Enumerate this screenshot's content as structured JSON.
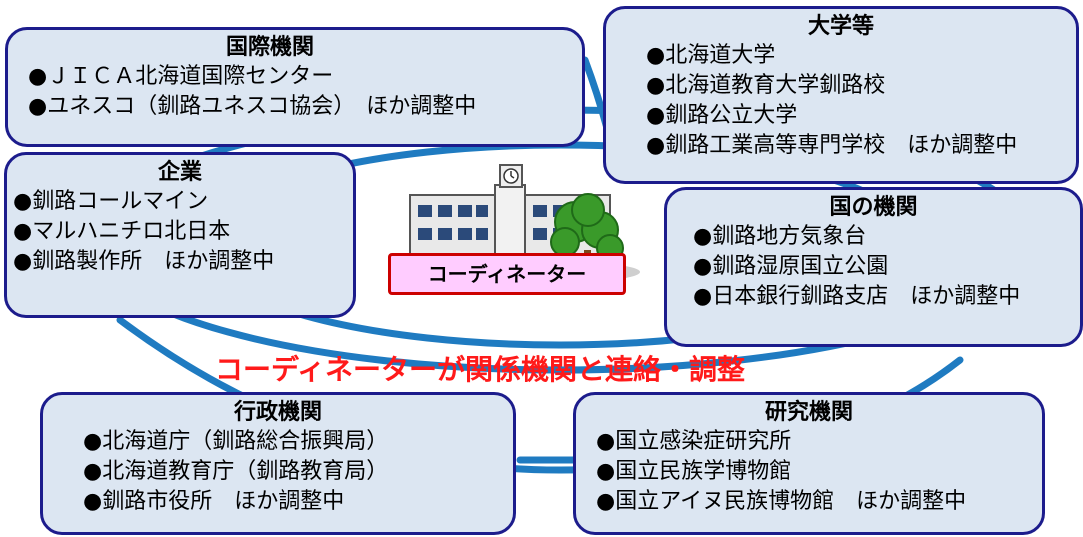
{
  "center": {
    "label": "コーディネーター"
  },
  "caption": "コーディネーターが関係機関と連絡・調整",
  "colors": {
    "box_fill": "#dce6f2",
    "box_border": "#1c1c8c",
    "link_line": "#1f7bc1",
    "caption": "#ff1a1a",
    "center_fill": "#ffccff",
    "center_border": "#cc0000"
  },
  "boxes": {
    "kokusai": {
      "title": "国際機関",
      "items": [
        "ＪＩＣＡ北海道国際センター",
        "ユネスコ（釧路ユネスコ協会）　ほか調整中"
      ]
    },
    "daigaku": {
      "title": "大学等",
      "items": [
        "北海道大学",
        "北海道教育大学釧路校",
        "釧路公立大学",
        "釧路工業高等専門学校　ほか調整中"
      ]
    },
    "kigyo": {
      "title": "企業",
      "items": [
        "釧路コールマイン",
        "マルハニチロ北日本",
        "釧路製作所　ほか調整中"
      ]
    },
    "kuni": {
      "title": "国の機関",
      "items": [
        "釧路地方気象台",
        "釧路湿原国立公園",
        "日本銀行釧路支店　ほか調整中"
      ]
    },
    "gyosei": {
      "title": "行政機関",
      "items": [
        "北海道庁（釧路総合振興局）",
        "北海道教育庁（釧路教育局）",
        "釧路市役所　ほか調整中"
      ]
    },
    "kenkyu": {
      "title": "研究機関",
      "items": [
        "国立感染症研究所",
        "国立民族学博物館",
        "国立アイヌ民族博物館　ほか調整中"
      ]
    }
  }
}
